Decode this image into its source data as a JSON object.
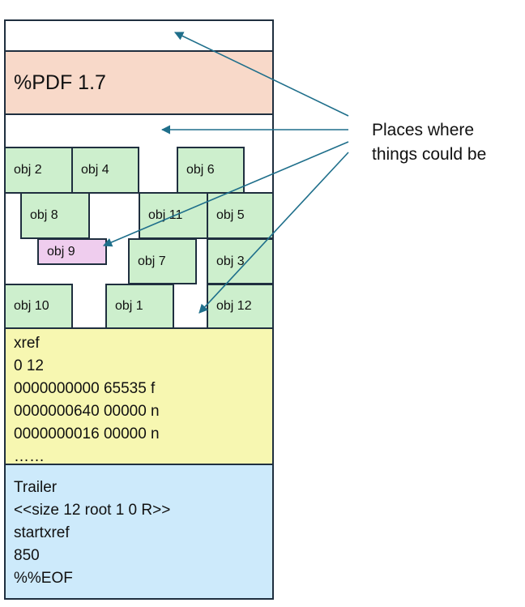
{
  "header": {
    "label": "%PDF 1.7"
  },
  "objects": {
    "obj2": "obj 2",
    "obj4": "obj 4",
    "obj6": "obj 6",
    "obj8": "obj 8",
    "obj11": "obj 11",
    "obj5": "obj 5",
    "obj9": "obj 9",
    "obj7": "obj 7",
    "obj3": "obj 3",
    "obj10": "obj 10",
    "obj1": "obj 1",
    "obj12": "obj 12"
  },
  "xref": {
    "lines": [
      "xref",
      "0 12",
      "0000000000 65535 f",
      "0000000640 00000 n",
      "0000000016 00000 n",
      "……"
    ]
  },
  "trailer": {
    "lines": [
      "Trailer",
      "<<size 12 root 1 0 R>>",
      "startxref",
      "850",
      "%%EOF"
    ]
  },
  "annotation": {
    "line1": "Places where",
    "line2": "things could be"
  },
  "colors": {
    "header": "#f8d9c9",
    "object": "#cdefcd",
    "highlight_object": "#efcdee",
    "xref": "#f7f7b1",
    "trailer": "#cdeafb",
    "arrow": "#1f6f8b"
  }
}
